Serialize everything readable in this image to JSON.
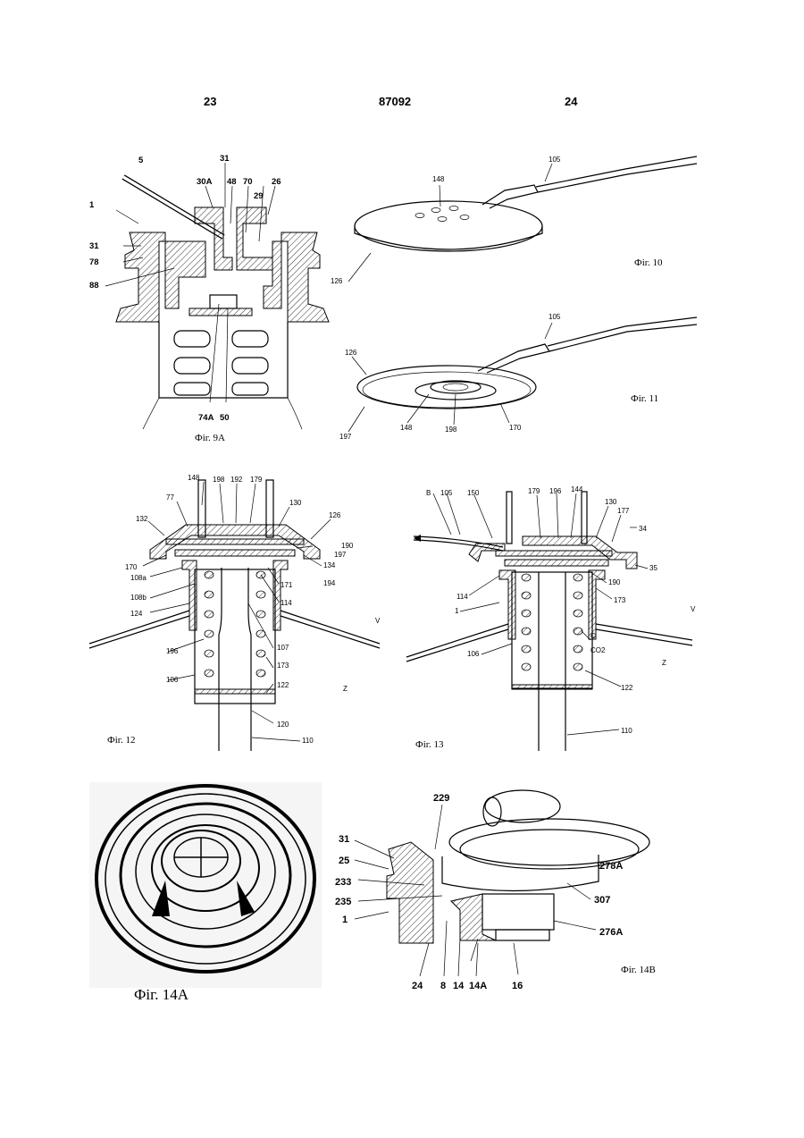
{
  "header": {
    "page_left": "23",
    "patent_number": "87092",
    "page_right": "24"
  },
  "fig9a": {
    "caption": "Фіг. 9A",
    "labels": {
      "l5": "5",
      "l31t": "31",
      "l30a": "30A",
      "l48": "48",
      "l70": "70",
      "l26": "26",
      "l29": "29",
      "l1": "1",
      "l31": "31",
      "l78": "78",
      "l88": "88",
      "l74a": "74A",
      "l50": "50"
    }
  },
  "fig10": {
    "caption": "Фіг. 10",
    "labels": {
      "l105": "105",
      "l148": "148",
      "l126": "126"
    }
  },
  "fig11": {
    "caption": "Фіг. 11",
    "labels": {
      "l105": "105",
      "l126": "126",
      "l197": "197",
      "l148": "148",
      "l198": "198",
      "l170": "170"
    }
  },
  "fig12": {
    "caption": "Фіг. 12",
    "labels": {
      "l148": "148",
      "l198": "198",
      "l192": "192",
      "l179": "179",
      "l77": "77",
      "l130": "130",
      "l126": "126",
      "l132": "132",
      "l190": "190",
      "l170": "170",
      "l134": "134",
      "l197": "197",
      "l108a": "108a",
      "l108b": "108b",
      "l171": "171",
      "l194": "194",
      "l124": "124",
      "l114": "114",
      "lV": "V",
      "l196": "196",
      "l107": "107",
      "l173": "173",
      "l106": "106",
      "l122": "122",
      "lZ": "Z",
      "l120": "120",
      "l110": "110"
    }
  },
  "fig13": {
    "caption": "Фіг. 13",
    "labels": {
      "lB": "B",
      "l105": "105",
      "l150": "150",
      "l179": "179",
      "l196": "196",
      "l144": "144",
      "l130": "130",
      "l177": "177",
      "l34": "34",
      "l35": "35",
      "l114": "114",
      "l1": "1",
      "l190": "190",
      "l173": "173",
      "lV": "V",
      "l106": "106",
      "lC": "C",
      "lCO2": "CO2",
      "lZ": "Z",
      "l122": "122",
      "l110": "110"
    }
  },
  "fig14a": {
    "caption": "Фіг. 14A"
  },
  "fig14b": {
    "caption": "Фіг. 14B",
    "labels": {
      "l229": "229",
      "l31": "31",
      "l25": "25",
      "l233": "233",
      "l278a": "278A",
      "l235": "235",
      "l307": "307",
      "l1": "1",
      "l276a": "276A",
      "l24": "24",
      "l8": "8",
      "l14": "14",
      "l14a": "14A",
      "l16": "16"
    }
  }
}
